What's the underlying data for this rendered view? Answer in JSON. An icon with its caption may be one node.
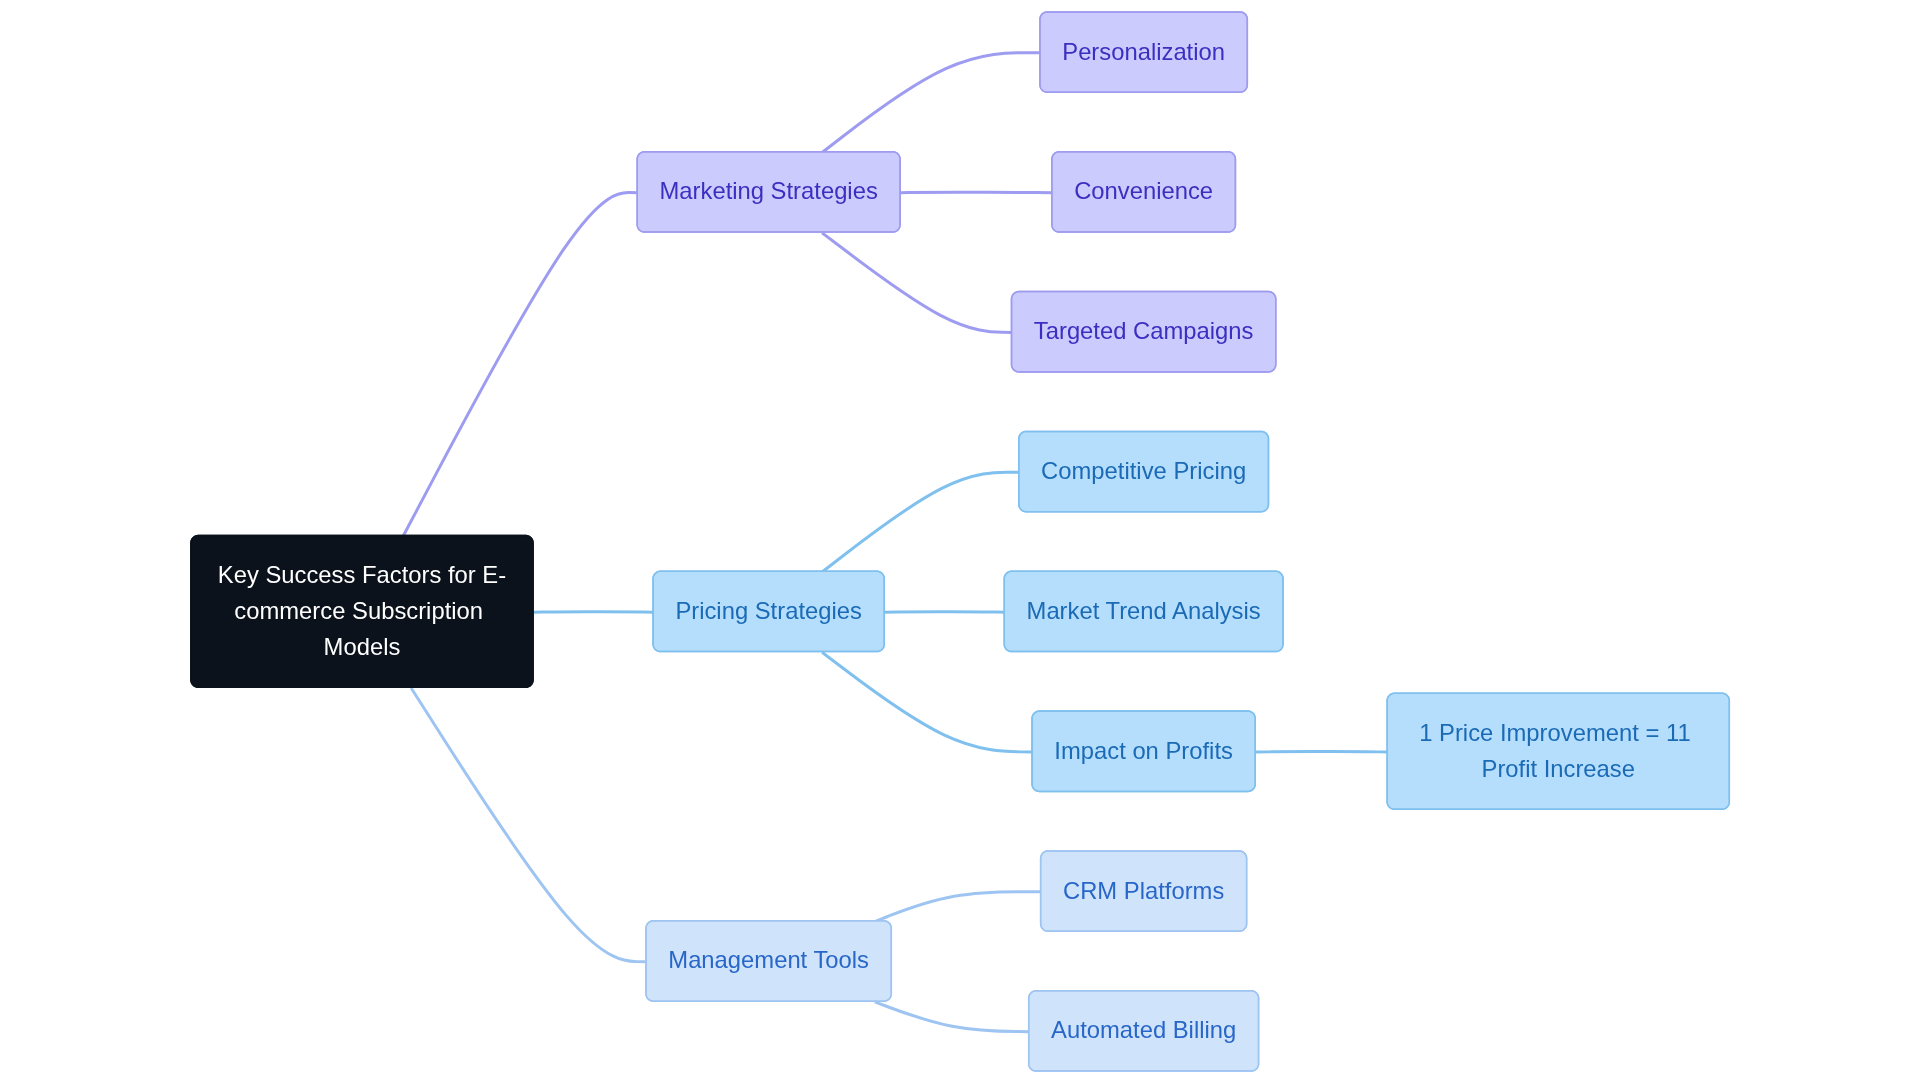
{
  "diagram": {
    "nodes": [
      {
        "text": [
          "Key Success Factors for E-commerce Subscription Models"
        ]
      },
      {
        "text": [
          "Marketing Strategies"
        ]
      },
      {
        "text": [
          "Personalization"
        ]
      },
      {
        "text": [
          "Convenience"
        ]
      },
      {
        "text": [
          "Targeted Campaigns"
        ]
      },
      {
        "text": [
          "Pricing Strategies"
        ]
      },
      {
        "text": [
          "Competitive Pricing"
        ]
      },
      {
        "text": [
          "Market Trend Analysis"
        ]
      },
      {
        "text": [
          "Impact on Profits"
        ]
      },
      {
        "text": [
          "1 Price Improvement = 11 Profit Increase"
        ]
      },
      {
        "text": [
          "Management Tools"
        ]
      },
      {
        "text": [
          "CRM Platforms"
        ]
      },
      {
        "text": [
          "Automated Billing"
        ]
      }
    ],
    "edges": [
      {
        "from": 0,
        "to": 1,
        "arrow": "none",
        "color": "#9e9cf0"
      },
      {
        "from": 1,
        "to": 2,
        "arrow": "none",
        "color": "#9e9cf0"
      },
      {
        "from": 1,
        "to": 3,
        "arrow": "none",
        "color": "#9e9cf0"
      },
      {
        "from": 1,
        "to": 4,
        "arrow": "none",
        "color": "#9e9cf0"
      },
      {
        "from": 0,
        "to": 5,
        "arrow": "none"
      },
      {
        "from": 5,
        "to": 6,
        "arrow": "none"
      },
      {
        "from": 5,
        "to": 7,
        "arrow": "none"
      },
      {
        "from": 5,
        "to": 8,
        "arrow": "none"
      },
      {
        "from": 8,
        "to": 9,
        "arrow": "none"
      },
      {
        "from": 0,
        "to": 10,
        "arrow": "none",
        "color": "#9ec4f2"
      },
      {
        "from": 10,
        "to": 11,
        "arrow": "none",
        "color": "#9ec4f2"
      },
      {
        "from": 10,
        "to": 12,
        "arrow": "none",
        "color": "#9ec4f2"
      }
    ]
  }
}
